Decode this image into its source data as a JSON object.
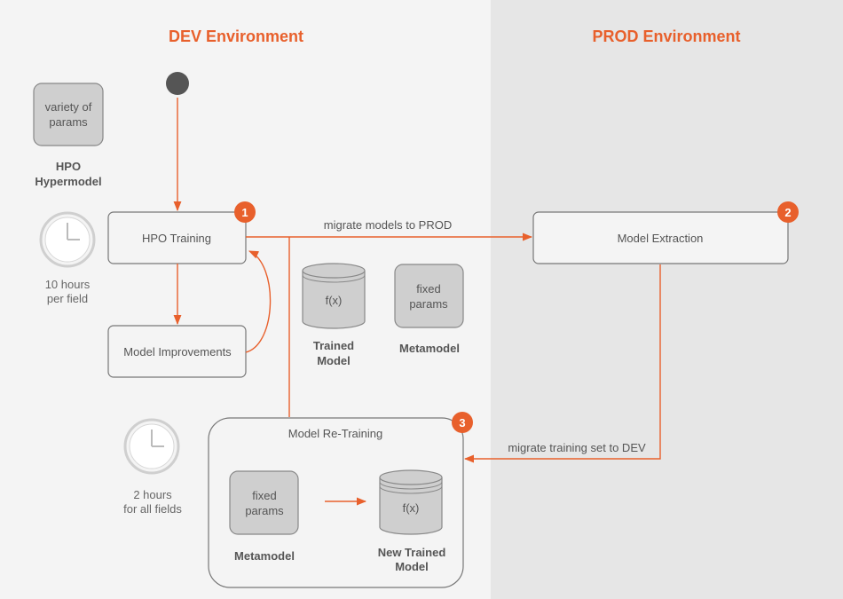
{
  "sections": {
    "dev_title": "DEV Environment",
    "prod_title": "PROD Environment"
  },
  "colors": {
    "accent": "#e8602c",
    "dev_bg": "#f4f4f4",
    "prod_bg": "#e6e6e6",
    "node_fill": "#cfcfcf"
  },
  "hypermodel": {
    "box_line1": "variety of",
    "box_line2": "params",
    "caption_line1": "HPO",
    "caption_line2": "Hypermodel"
  },
  "clock1": {
    "line1": "10 hours",
    "line2": "per field"
  },
  "clock2": {
    "line1": "2 hours",
    "line2": "for all fields"
  },
  "nodes": {
    "hpo_training": "HPO Training",
    "model_improvements": "Model Improvements",
    "model_extraction": "Model Extraction",
    "model_retraining": "Model Re-Training"
  },
  "badges": {
    "b1": "1",
    "b2": "2",
    "b3": "3"
  },
  "edges": {
    "migrate_models": "migrate models to PROD",
    "migrate_training": "migrate training set to DEV"
  },
  "trained_model": {
    "fx": "f(x)",
    "line1": "Trained",
    "line2": "Model"
  },
  "metamodel": {
    "line1": "fixed",
    "line2": "params",
    "caption": "Metamodel"
  },
  "retrain": {
    "meta_line1": "fixed",
    "meta_line2": "params",
    "meta_caption": "Metamodel",
    "fx": "f(x)",
    "new_line1": "New Trained",
    "new_line2": "Model"
  }
}
